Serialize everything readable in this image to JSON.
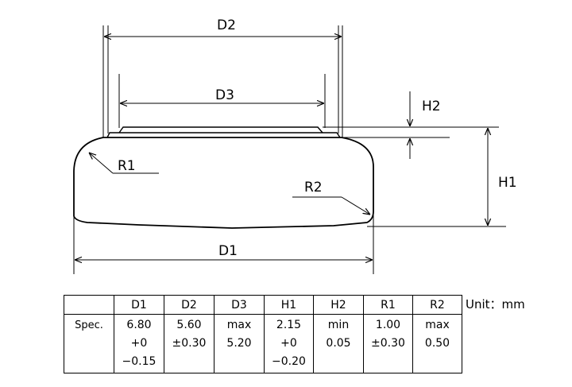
{
  "labels": {
    "D1": "D1",
    "D2": "D2",
    "D3": "D3",
    "H1": "H1",
    "H2": "H2",
    "R1": "R1",
    "R2": "R2"
  },
  "unit_label": "Unit：mm",
  "table": {
    "headers": [
      "",
      "D1",
      "D2",
      "D3",
      "H1",
      "H2",
      "R1",
      "R2"
    ],
    "row_label": "Spec.",
    "cells": [
      [
        "6.80",
        "+0",
        "−0.15"
      ],
      [
        "5.60",
        "±0.30"
      ],
      [
        "max",
        "5.20"
      ],
      [
        "2.15",
        "+0",
        "−0.20"
      ],
      [
        "min",
        "0.05"
      ],
      [
        "1.00",
        "±0.30"
      ],
      [
        "max",
        "0.50"
      ]
    ]
  }
}
